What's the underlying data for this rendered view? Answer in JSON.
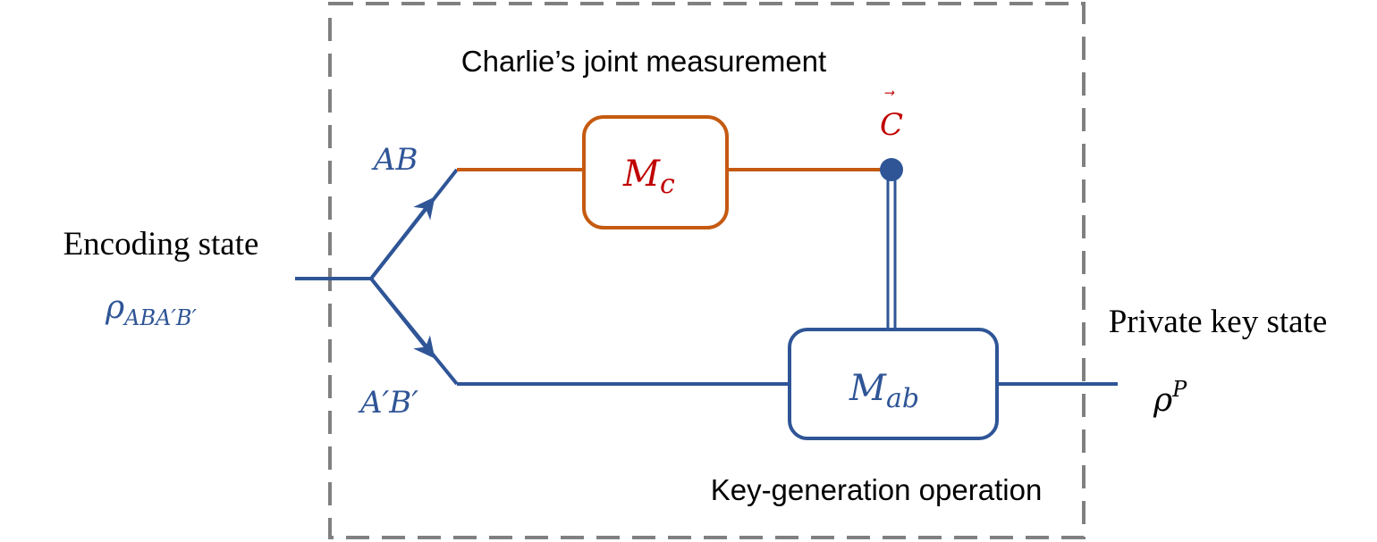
{
  "labels": {
    "top_box_title": "Charlie’s joint measurement",
    "bottom_box_title": "Key-generation operation",
    "input_title": "Encoding state",
    "input_symbol_main": "ρ",
    "input_symbol_sub": "ABA′B′",
    "output_title": "Private key state",
    "output_symbol_main": "ρ",
    "output_symbol_sup": "P",
    "upper_branch": "AB",
    "lower_branch": "A′B′",
    "mc_main": "M",
    "mc_sub": "c",
    "mab_main": "M",
    "mab_sub": "ab",
    "c_vector": "C",
    "c_arrow": "⃗"
  },
  "colors": {
    "blue": "#2f5597",
    "orange": "#c55a11",
    "red": "#c00000",
    "gray_dash": "#808080",
    "text": "#000000"
  }
}
